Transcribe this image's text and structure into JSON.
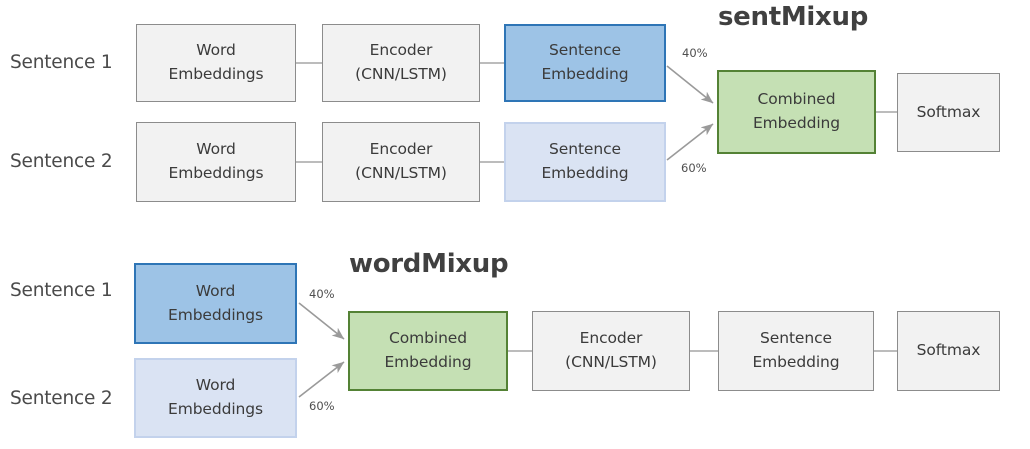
{
  "figure": {
    "background_color": "#ffffff",
    "palette": {
      "gray_fill": "#f2f2f2",
      "gray_border": "#8c8c8c",
      "blue_fill": "#9dc3e6",
      "blue_border": "#2e75b6",
      "lightblue_fill": "#dae3f3",
      "lightblue_border": "#c3d2ec",
      "green_fill": "#c5e0b4",
      "green_border": "#548235",
      "connector": "#a6a6a6",
      "text": "#3b3b3b"
    }
  },
  "diagrams": [
    {
      "id": "sentmixup",
      "title": "sentMixup",
      "row_labels": [
        "Sentence 1",
        "Sentence 2"
      ],
      "weights": [
        "40%",
        "60%"
      ],
      "rows": [
        {
          "label": "Sentence 1",
          "weight": "40%",
          "nodes": [
            {
              "id": "s1-word-emb",
              "lines": [
                "Word",
                "Embeddings"
              ],
              "style": "gray"
            },
            {
              "id": "s1-encoder",
              "lines": [
                "Encoder",
                "(CNN/LSTM)"
              ],
              "style": "gray"
            },
            {
              "id": "s1-sent-emb",
              "lines": [
                "Sentence",
                "Embedding"
              ],
              "style": "blue"
            }
          ]
        },
        {
          "label": "Sentence 2",
          "weight": "60%",
          "nodes": [
            {
              "id": "s2-word-emb",
              "lines": [
                "Word",
                "Embeddings"
              ],
              "style": "gray"
            },
            {
              "id": "s2-encoder",
              "lines": [
                "Encoder",
                "(CNN/LSTM)"
              ],
              "style": "gray"
            },
            {
              "id": "s2-sent-emb",
              "lines": [
                "Sentence",
                "Embedding"
              ],
              "style": "lightblue"
            }
          ]
        }
      ],
      "merge": {
        "id": "sent-combined",
        "lines": [
          "Combined",
          "Embedding"
        ],
        "style": "green"
      },
      "output": {
        "id": "sent-softmax",
        "lines": [
          "Softmax"
        ],
        "style": "gray"
      }
    },
    {
      "id": "wordmixup",
      "title": "wordMixup",
      "row_labels": [
        "Sentence 1",
        "Sentence 2"
      ],
      "weights": [
        "40%",
        "60%"
      ],
      "rows": [
        {
          "label": "Sentence 1",
          "weight": "40%",
          "nodes": [
            {
              "id": "w1-word-emb",
              "lines": [
                "Word",
                "Embeddings"
              ],
              "style": "blue"
            }
          ]
        },
        {
          "label": "Sentence 2",
          "weight": "60%",
          "nodes": [
            {
              "id": "w2-word-emb",
              "lines": [
                "Word",
                "Embeddings"
              ],
              "style": "lightblue"
            }
          ]
        }
      ],
      "merge": {
        "id": "word-combined",
        "lines": [
          "Combined",
          "Embedding"
        ],
        "style": "green"
      },
      "downstream": [
        {
          "id": "word-encoder",
          "lines": [
            "Encoder",
            "(CNN/LSTM)"
          ],
          "style": "gray"
        },
        {
          "id": "word-sent-emb",
          "lines": [
            "Sentence",
            "Embedding"
          ],
          "style": "gray"
        }
      ],
      "output": {
        "id": "word-softmax",
        "lines": [
          "Softmax"
        ],
        "style": "gray"
      }
    }
  ],
  "labels": {
    "sent_title": "sentMixup",
    "word_title": "wordMixup",
    "sentence1": "Sentence 1",
    "sentence2": "Sentence 2",
    "word": "Word",
    "embeddings": "Embeddings",
    "encoder": "Encoder",
    "encoder_type": "(CNN/LSTM)",
    "sentence": "Sentence",
    "embedding": "Embedding",
    "combined": "Combined",
    "softmax": "Softmax",
    "pct40": "40%",
    "pct60": "60%"
  }
}
